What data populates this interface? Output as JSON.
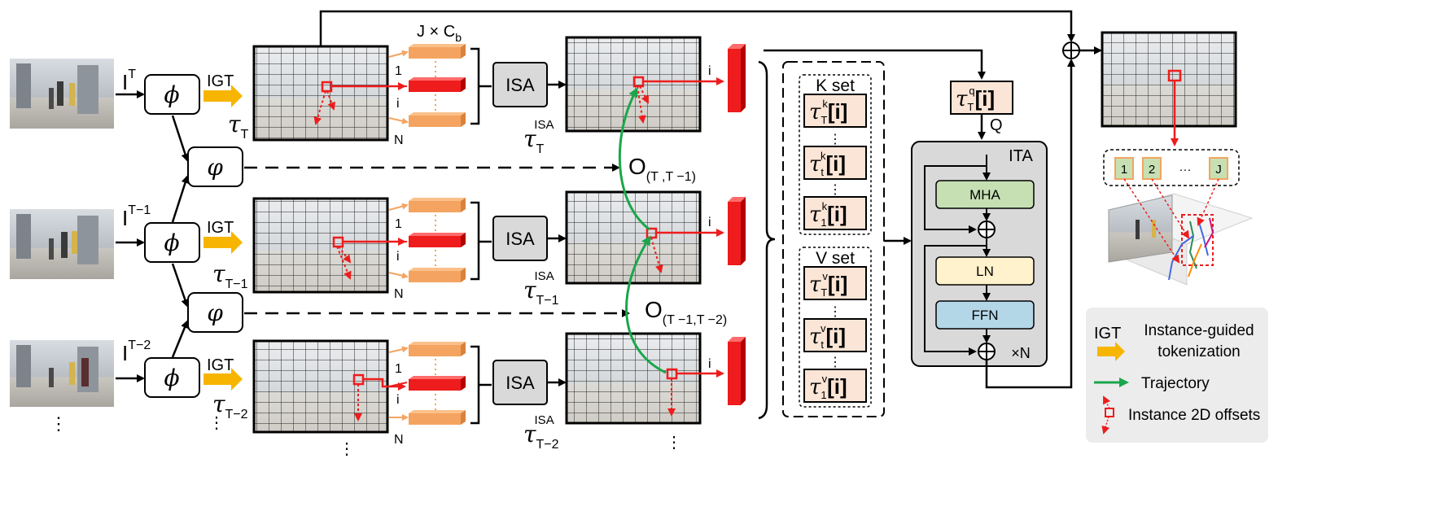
{
  "rows": [
    {
      "input_label": "I",
      "input_sup": "T",
      "tau_sub": "T",
      "isa_sub": "T"
    },
    {
      "input_label": "I",
      "input_sup": "T−1",
      "tau_sub": "T−1",
      "isa_sub": "T−1"
    },
    {
      "input_label": "I",
      "input_sup": "T−2",
      "tau_sub": "T−2",
      "isa_sub": "T−2"
    }
  ],
  "phi_symbol": "ϕ",
  "varphi_symbol": "φ",
  "tau_symbol": "τ",
  "igt_label": "IGT",
  "isa_label": "ISA",
  "isa_sup": "ISA",
  "token_dim_label": "J × C",
  "token_dim_sub": "b",
  "token_labels": {
    "first": "1",
    "mid": "i",
    "last": "N"
  },
  "feat_label_i": "i",
  "offsets": [
    {
      "label": "O",
      "sub": "(T ,T −1)"
    },
    {
      "label": "O",
      "sub": "(T −1,T −2)"
    }
  ],
  "vdots": "⋮",
  "k_set": {
    "title": "K set",
    "sup": "k",
    "subs": [
      "T",
      "t",
      "1"
    ],
    "index": "[i]"
  },
  "v_set": {
    "title": "V set",
    "sup": "v",
    "subs": [
      "T",
      "t",
      "1"
    ],
    "index": "[i]"
  },
  "query": {
    "sup": "q",
    "sub": "T",
    "index": "[i]",
    "label": "Q"
  },
  "ita": {
    "title": "ITA",
    "mha": "MHA",
    "ln": "LN",
    "ffn": "FFN",
    "repeat": "×N"
  },
  "joints": {
    "items": [
      "1",
      "2",
      "J"
    ],
    "ellipsis": "···"
  },
  "legend": {
    "igt_abbr": "IGT",
    "igt_line1": "Instance-guided",
    "igt_line2": "tokenization",
    "trajectory": "Trajectory",
    "offsets": "Instance 2D offsets"
  },
  "colors": {
    "token_orange": "#f4a460",
    "token_red": "#ee1c1c",
    "igt_yellow": "#f7b500",
    "trajectory_green": "#1aa64b",
    "mha_green": "#c6e0b4",
    "ln_yellow": "#fff2cc",
    "ffn_blue": "#b4d7e8",
    "set_cell": "#fbe5d6",
    "ita_gray": "#d9d9d9",
    "isa_gray": "#d9d9d9"
  }
}
